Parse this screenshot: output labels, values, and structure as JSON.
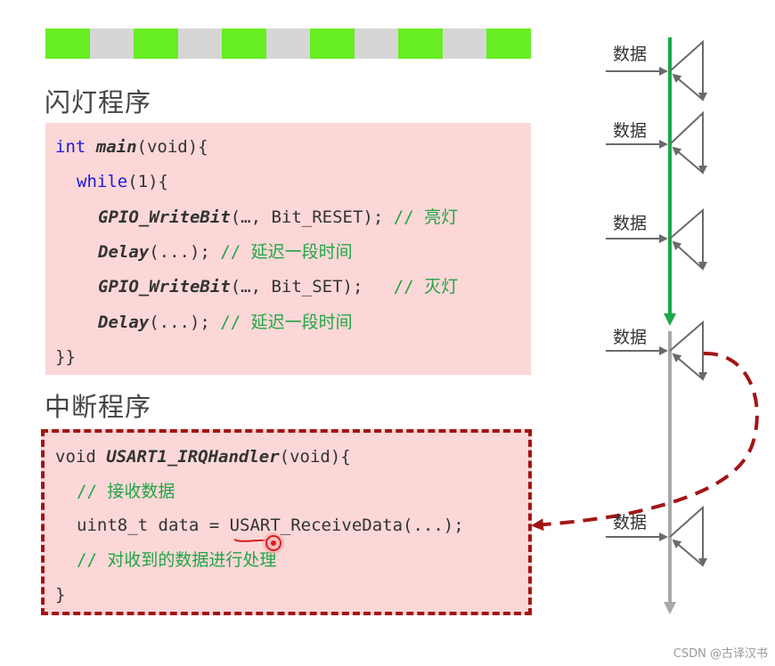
{
  "blink_strip": {
    "on_color": "#66ee22",
    "off_color": "#d6d6d6",
    "pattern": [
      "on",
      "off",
      "on",
      "off",
      "on",
      "off",
      "on",
      "off",
      "on",
      "off",
      "on"
    ]
  },
  "main_program": {
    "title": "闪灯程序",
    "lines": [
      {
        "indent": 0,
        "parts": [
          {
            "t": "int ",
            "c": "kw"
          },
          {
            "t": "main",
            "c": "fn"
          },
          {
            "t": "(void){",
            "c": ""
          }
        ]
      },
      {
        "indent": 1,
        "parts": [
          {
            "t": "while",
            "c": "kw"
          },
          {
            "t": "(1){",
            "c": ""
          }
        ]
      },
      {
        "indent": 2,
        "parts": [
          {
            "t": "GPIO_WriteBit",
            "c": "fn"
          },
          {
            "t": "(…, Bit_RESET); ",
            "c": ""
          },
          {
            "t": "// 亮灯",
            "c": "cm"
          }
        ]
      },
      {
        "indent": 2,
        "parts": [
          {
            "t": "Delay",
            "c": "fn"
          },
          {
            "t": "(...); ",
            "c": ""
          },
          {
            "t": "// 延迟一段时间",
            "c": "cm"
          }
        ]
      },
      {
        "indent": 2,
        "parts": [
          {
            "t": "GPIO_WriteBit",
            "c": "fn"
          },
          {
            "t": "(…, Bit_SET);   ",
            "c": ""
          },
          {
            "t": "// 灭灯",
            "c": "cm"
          }
        ]
      },
      {
        "indent": 2,
        "parts": [
          {
            "t": "Delay",
            "c": "fn"
          },
          {
            "t": "(...); ",
            "c": ""
          },
          {
            "t": "// 延迟一段时间",
            "c": "cm"
          }
        ]
      },
      {
        "indent": 0,
        "parts": [
          {
            "t": "}}",
            "c": ""
          }
        ]
      }
    ]
  },
  "interrupt_program": {
    "title": "中断程序",
    "lines": [
      {
        "indent": 0,
        "parts": [
          {
            "t": "void ",
            "c": ""
          },
          {
            "t": "USART1_IRQHandler",
            "c": "fn"
          },
          {
            "t": "(void){",
            "c": ""
          }
        ]
      },
      {
        "indent": 1,
        "parts": [
          {
            "t": "// 接收数据",
            "c": "cm"
          }
        ]
      },
      {
        "indent": 1,
        "parts": [
          {
            "t": "uint8_t data = USART_ReceiveData(...);",
            "c": ""
          }
        ]
      },
      {
        "indent": 1,
        "parts": [
          {
            "t": "// 对收到的数据进行处理",
            "c": "cm"
          }
        ]
      },
      {
        "indent": 0,
        "parts": [
          {
            "t": "}",
            "c": ""
          }
        ]
      }
    ]
  },
  "timeline": {
    "data_label": "数据",
    "main_color": "#1aa84a",
    "idle_color": "#a8a8a8",
    "jump_color": "#a31515"
  },
  "watermark": "CSDN @古译汉书"
}
